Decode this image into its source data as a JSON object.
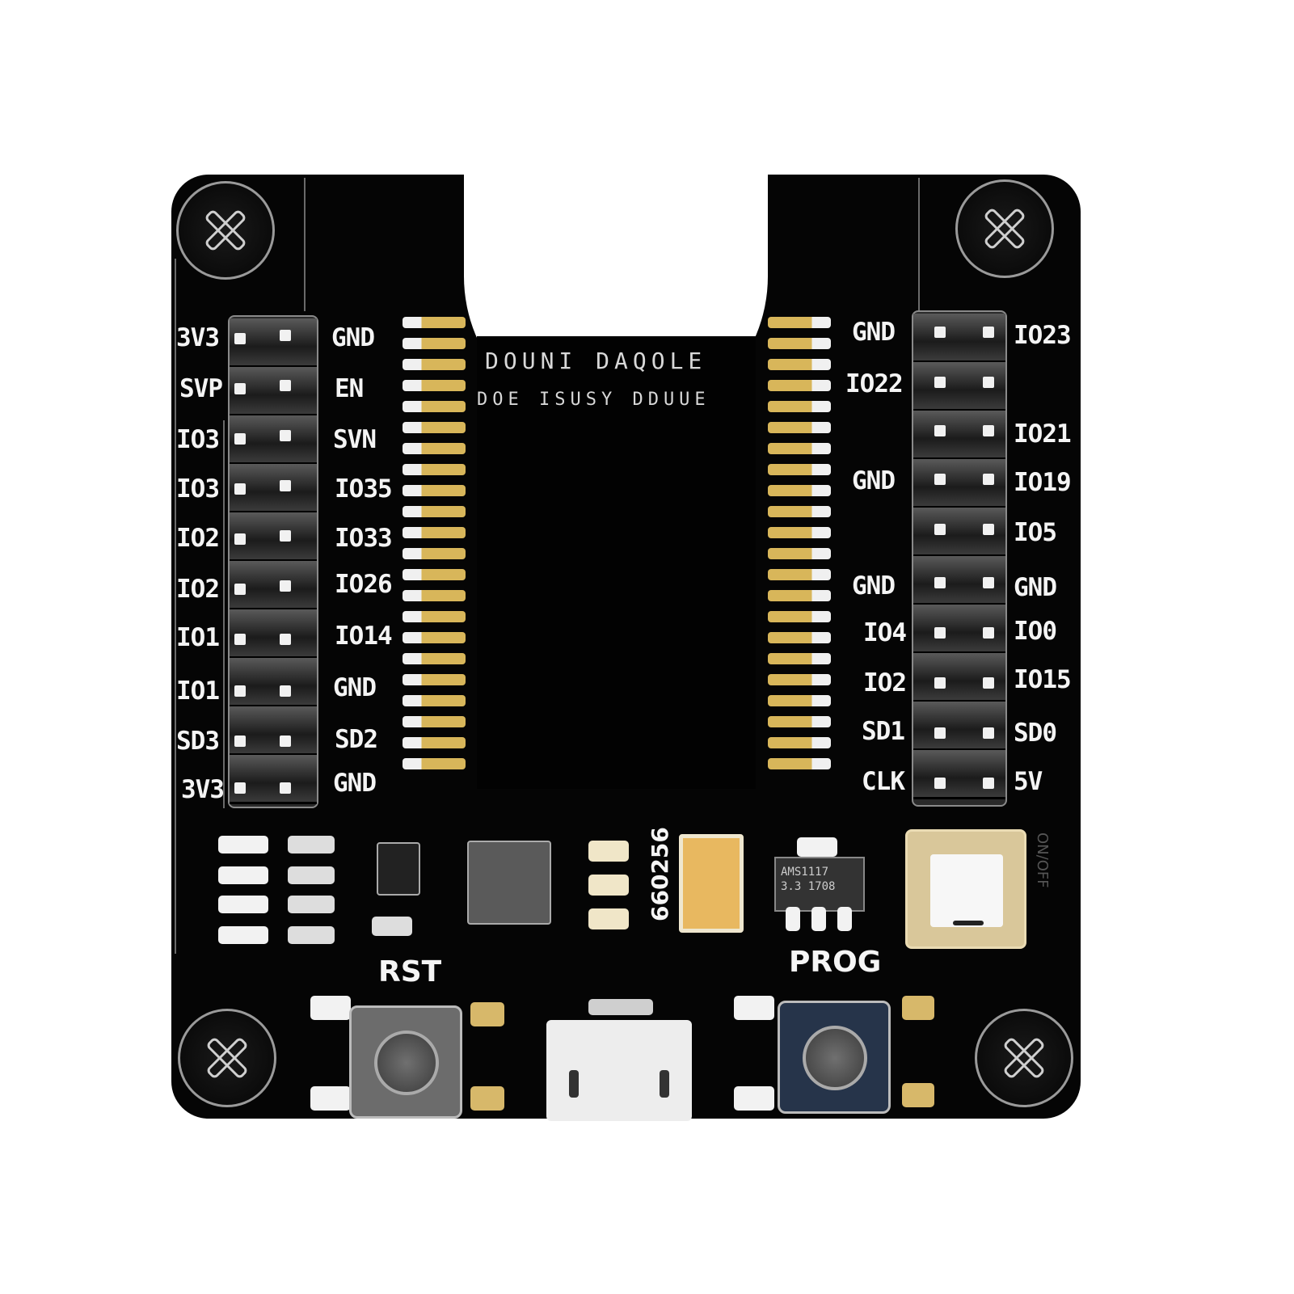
{
  "image": {
    "subject": "ESP32 module programming / test jig board (black PCB)",
    "background_color": "#ffffff",
    "pcb_color": "#050505"
  },
  "module_silkscreen": {
    "line1": "DOUNI DAQOLE",
    "line2": "DOE ISUSY DDUUE"
  },
  "left_header": {
    "outer_labels": [
      "3V3",
      "SVP",
      "IO3",
      "IO3",
      "IO2",
      "IO2",
      "IO1",
      "IO1",
      "SD3",
      "3V3"
    ],
    "inner_labels": [
      "GND",
      "EN",
      "SVN",
      "IO35",
      "IO33",
      "IO26",
      "IO14",
      "GND",
      "SD2",
      "GND"
    ]
  },
  "right_header": {
    "inner_labels": [
      "GND",
      "IO22",
      "",
      "GND",
      "",
      "GND",
      "IO4",
      "IO2",
      "SD1",
      "CLK"
    ],
    "outer_labels": [
      "IO23",
      "",
      "IO21",
      "IO19",
      "IO5",
      "GND",
      "IO0",
      "IO15",
      "SD0",
      "5V"
    ]
  },
  "components": {
    "capacitor_label": "660256",
    "regulator_marking_line1": "AMS1117",
    "regulator_marking_line2": "3.3 1708",
    "switch_label": "ON/OFF"
  },
  "buttons": {
    "reset_label": "RST",
    "program_label": "PROG"
  }
}
